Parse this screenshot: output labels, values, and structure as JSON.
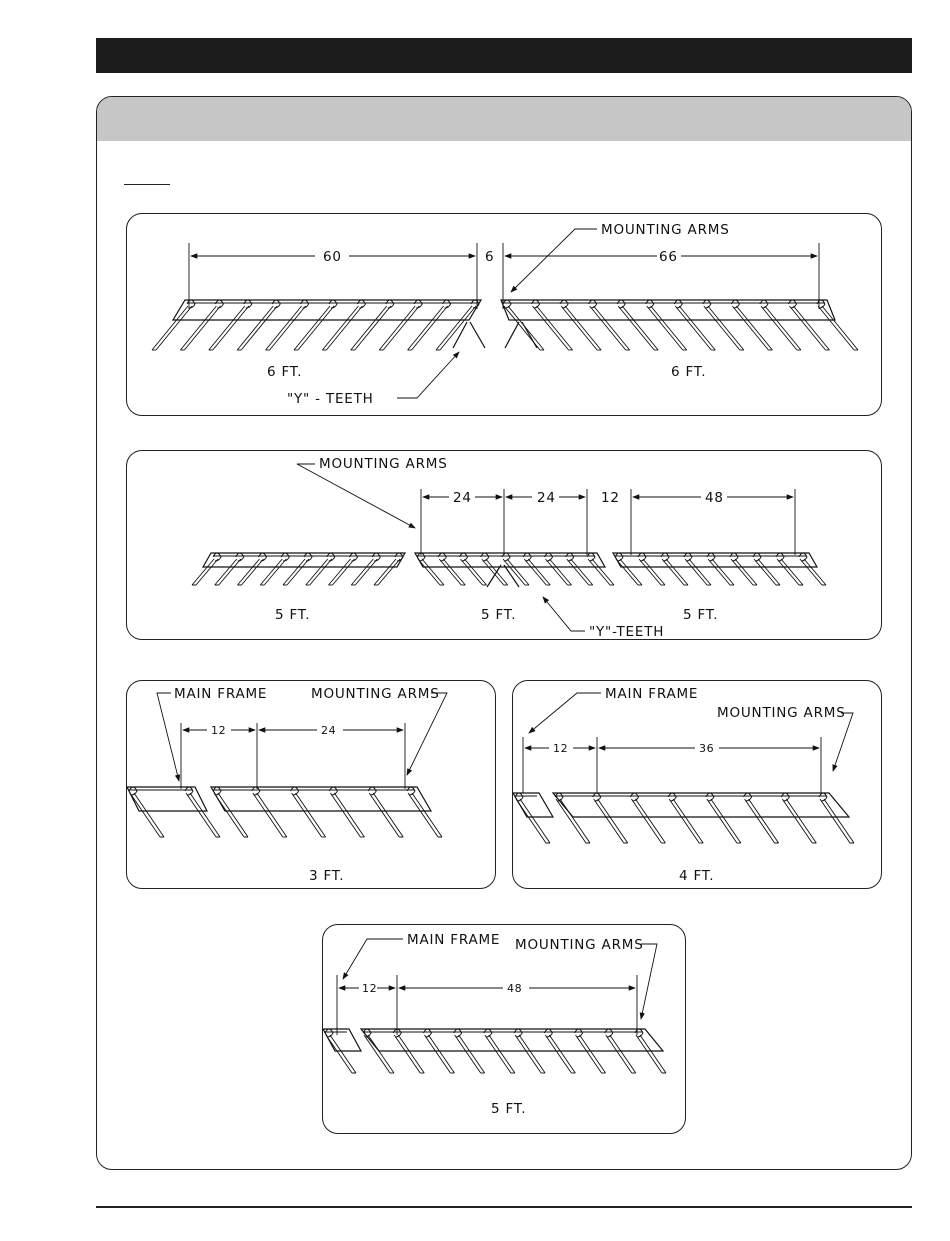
{
  "panel1": {
    "dim_left": "60",
    "dim_gap": "6",
    "dim_right": "66",
    "mounting_arms": "MOUNTING ARMS",
    "y_teeth": "\"Y\" - TEETH",
    "section_left": "6 FT.",
    "section_right": "6 FT."
  },
  "panel2": {
    "mounting_arms": "MOUNTING ARMS",
    "dim_a": "24",
    "dim_b": "24",
    "dim_gap": "12",
    "dim_c": "48",
    "y_teeth": "\"Y\"-TEETH",
    "section_1": "5 FT.",
    "section_2": "5 FT.",
    "section_3": "5 FT."
  },
  "panel3": {
    "main_frame": "MAIN FRAME",
    "mounting_arms": "MOUNTING ARMS",
    "dim_gap": "12",
    "dim_span": "24",
    "section": "3 FT."
  },
  "panel4": {
    "main_frame": "MAIN FRAME",
    "mounting_arms": "MOUNTING ARMS",
    "dim_gap": "12",
    "dim_span": "36",
    "section": "4 FT."
  },
  "panel5": {
    "main_frame": "MAIN FRAME",
    "mounting_arms": "MOUNTING ARMS",
    "dim_gap": "12",
    "dim_span": "48",
    "section": "5 FT."
  }
}
